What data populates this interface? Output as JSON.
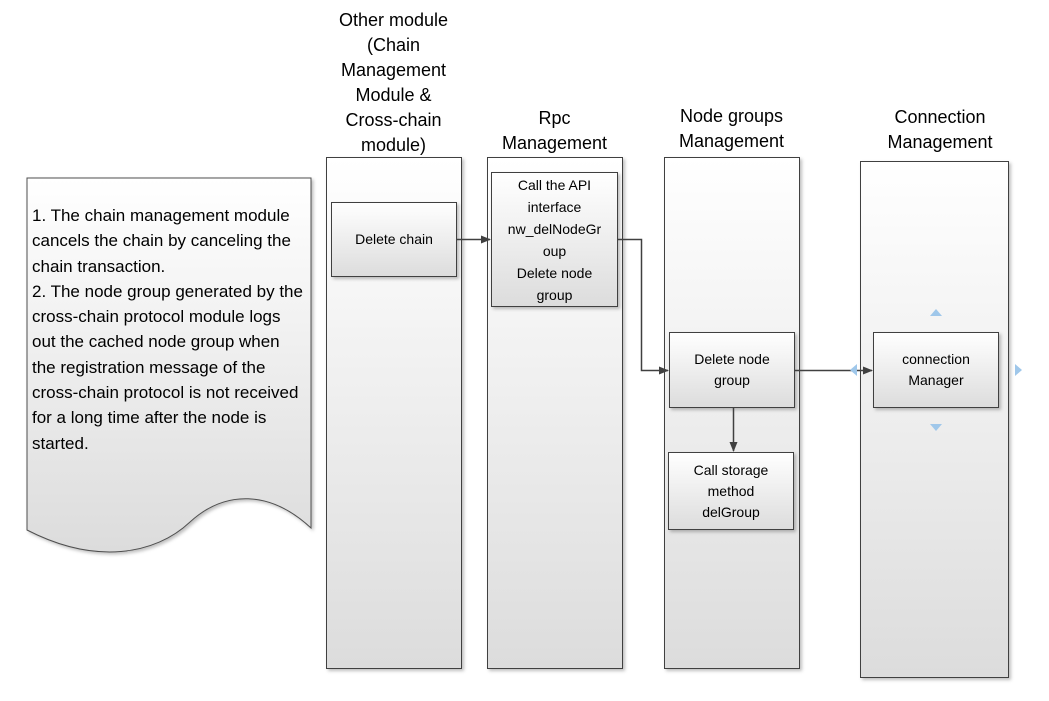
{
  "lanes": [
    {
      "id": "other",
      "title": "Other module\n(Chain\nManagement\nModule &\nCross-chain\nmodule)"
    },
    {
      "id": "rpc",
      "title": "Rpc\nManagement"
    },
    {
      "id": "nodegroups",
      "title": "Node groups\nManagement"
    },
    {
      "id": "connection",
      "title": "Connection\nManagement"
    }
  ],
  "boxes": {
    "delete_chain": "Delete chain",
    "call_api": "Call the API\ninterface\nnw_delNodeGr\noup\nDelete node\ngroup",
    "delete_node_group": "Delete node\ngroup",
    "call_storage": "Call storage\nmethod\ndelGroup",
    "connection_manager": "connection\nManager"
  },
  "note": {
    "line1": "1. The chain management module cancels the chain by canceling the chain transaction.",
    "line2": "2. The node group generated by the cross-chain protocol module logs out the cached node group when the registration message of the cross-chain protocol is not received for a long time after the node is started."
  },
  "colors": {
    "lane_fill_top": "#ffffff",
    "lane_fill_bottom": "#dcdcdc",
    "stroke": "#404040",
    "connector": "#404040",
    "handle": "#9fc7ea"
  }
}
